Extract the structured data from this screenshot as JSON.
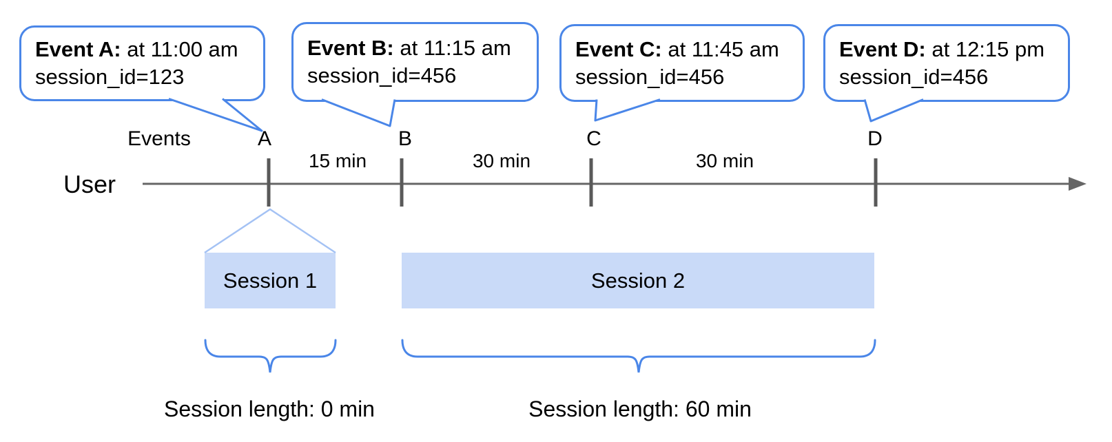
{
  "colors": {
    "accent_blue": "#4a86e8",
    "session_fill": "#c9daf8",
    "funnel_blue": "#a4c2f4",
    "axis_gray": "#666666",
    "tick_gray": "#595959"
  },
  "events": [
    {
      "id": "A",
      "bold": "Event A:",
      "detail": " at 11:00 am",
      "session": "session_id=123"
    },
    {
      "id": "B",
      "bold": "Event B:",
      "detail": " at 11:15 am",
      "session": "session_id=456"
    },
    {
      "id": "C",
      "bold": "Event C:",
      "detail": " at 11:45 am",
      "session": "session_id=456"
    },
    {
      "id": "D",
      "bold": "Event D:",
      "detail": " at 12:15 pm",
      "session": "session_id=456"
    }
  ],
  "timeline": {
    "user_label": "User",
    "events_label": "Events",
    "intervals": [
      "15 min",
      "30 min",
      "30 min"
    ]
  },
  "sessions": [
    {
      "label": "Session 1"
    },
    {
      "label": "Session 2"
    }
  ],
  "session_lengths": [
    "Session length: 0 min",
    "Session length: 60 min"
  ]
}
